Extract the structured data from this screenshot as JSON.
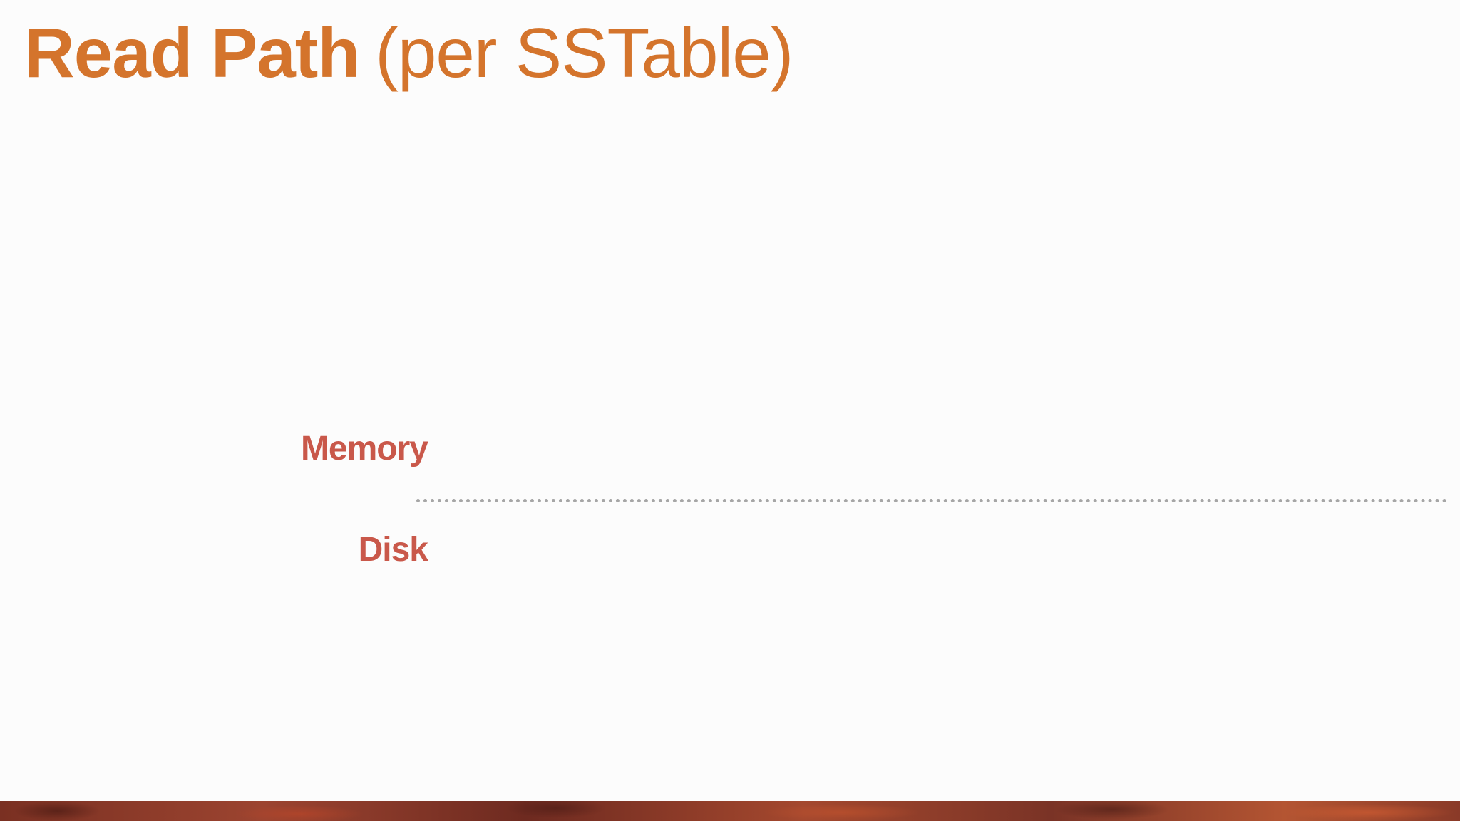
{
  "slide": {
    "title_bold": "Read Path",
    "title_light": "(per SSTable)",
    "labels": {
      "memory": "Memory",
      "disk": "Disk"
    }
  },
  "colors": {
    "title": "#d4742c",
    "label": "#c9584a",
    "divider": "#a6a6a6",
    "background": "#fcfcfc",
    "footer": "#8a3a28"
  }
}
